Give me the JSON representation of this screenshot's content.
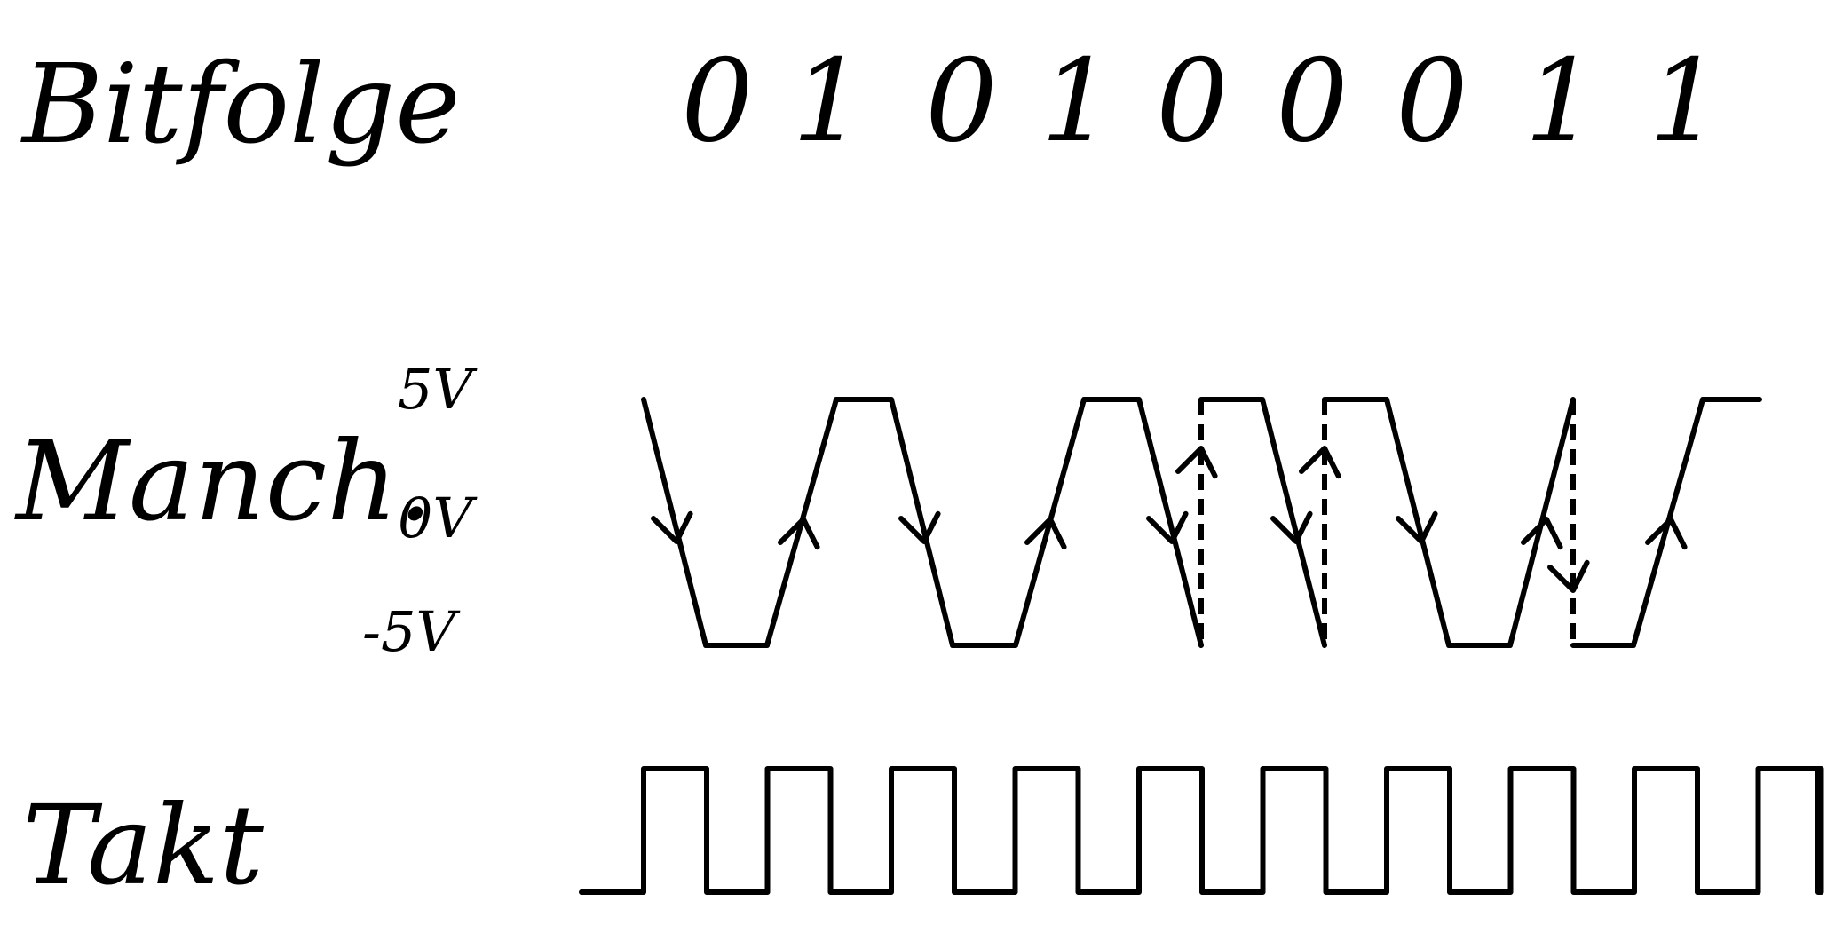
{
  "rows": {
    "bitfolge_label": "Bitfolge",
    "manchester_label": "Manch.",
    "takt_label": "Takt"
  },
  "bits": [
    "0",
    "1",
    "0",
    "1",
    "0",
    "0",
    "0",
    "1",
    "1"
  ],
  "voltage_levels": {
    "high": "5V",
    "zero": "0V",
    "low": "-5V"
  },
  "signals": {
    "manchester_transitions": [
      "down",
      "up",
      "down",
      "up",
      "down",
      "down",
      "down",
      "up",
      "up"
    ],
    "clock_periods": 10
  }
}
